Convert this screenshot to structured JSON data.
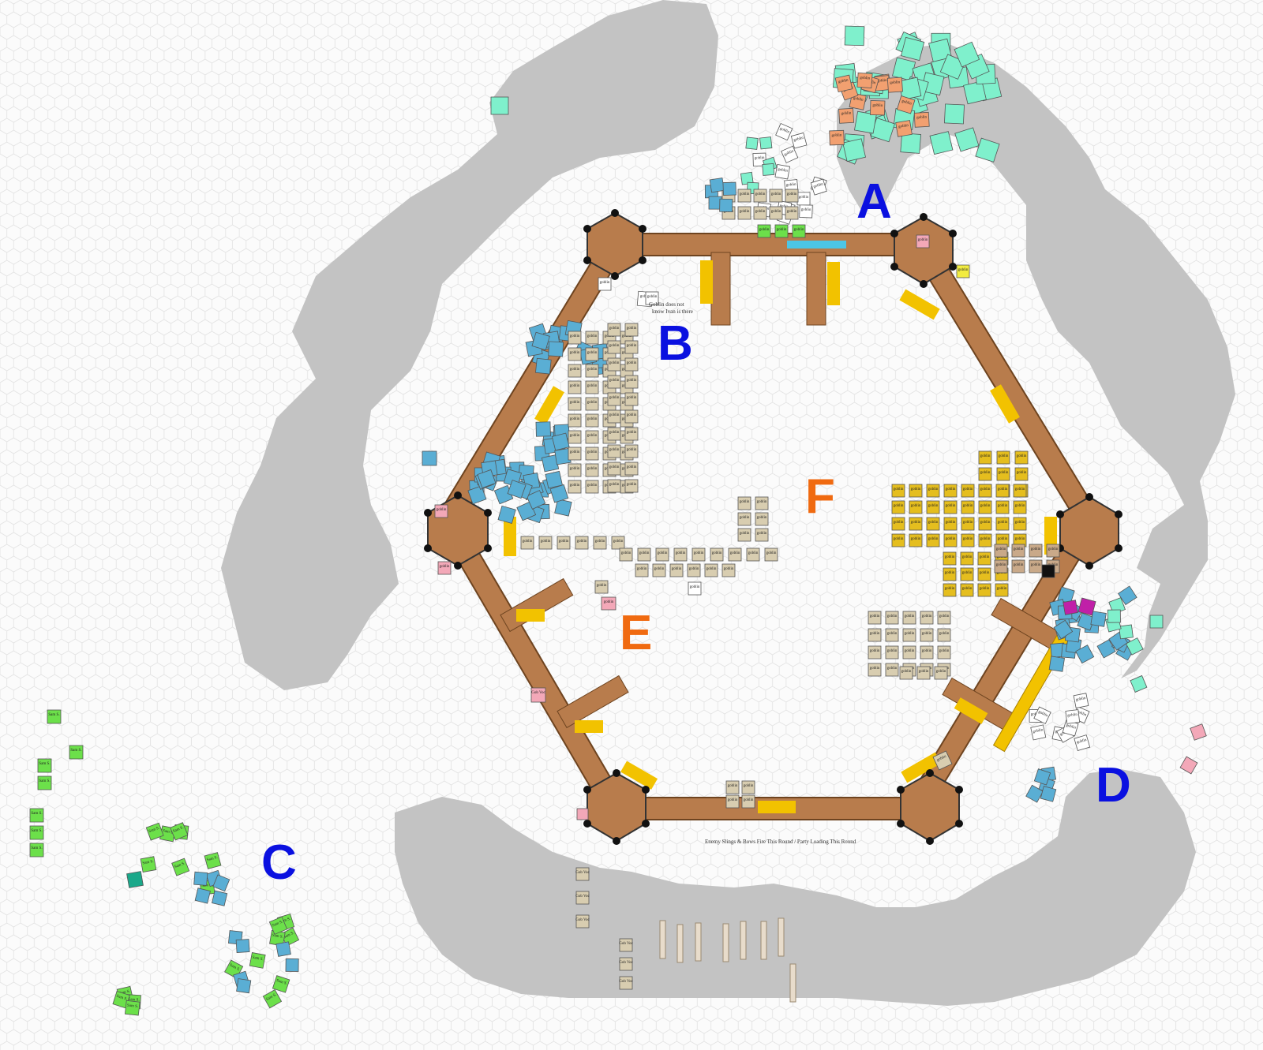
{
  "map": {
    "zones": [
      {
        "id": "A",
        "label": "A",
        "color": "#0a10e0"
      },
      {
        "id": "B",
        "label": "B",
        "color": "#0a10e0"
      },
      {
        "id": "C",
        "label": "C",
        "color": "#0a10e0"
      },
      {
        "id": "D",
        "label": "D",
        "color": "#0a10e0"
      },
      {
        "id": "E",
        "label": "E",
        "color": "#f06a10"
      },
      {
        "id": "F",
        "label": "F",
        "color": "#f06a10"
      }
    ],
    "notes": {
      "bottom_wall": "Enemy Slings & Bows Fire This Round / Party Loading This Round",
      "goblin_note_line1": "Goblin does not",
      "goblin_note_line2": "know Ivan is there",
      "counter_text": "goblin",
      "counter_text_alt": "Gob Voc",
      "counter_text_team": "Sam S."
    },
    "colors": {
      "rock": "#c3c3c3",
      "wall": "#b87c4c",
      "wall_edge": "#6e4420",
      "gate": "#f2c200",
      "goblin": "#d8cdb0",
      "goblin_gold": "#e5be1e",
      "ally_blue": "#5aaed4",
      "ally_cyan": "#7ff0cc",
      "ally_green": "#6ce04a",
      "ally_orange": "#f2a070",
      "ally_pink": "#f3a8b8",
      "ally_magenta": "#c020a8",
      "hex_line": "#e4e4e4"
    }
  }
}
